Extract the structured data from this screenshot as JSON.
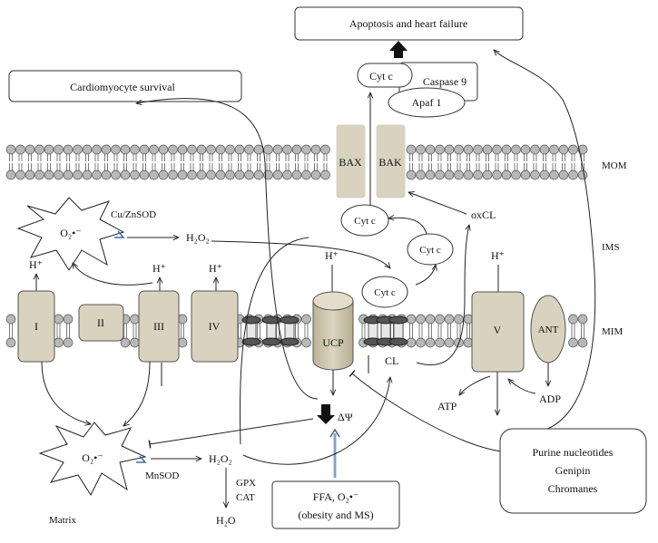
{
  "boxes": {
    "apoptosis": "Apoptosis and heart failure",
    "survival": "Cardiomyocyte survival",
    "inhibitors": [
      "Purine nucleotides",
      "Genipin",
      "Chromanes"
    ],
    "ffa_line1": "FFA, O₂•⁻",
    "ffa_line2": "(obesity and MS)"
  },
  "membrane_labels": {
    "outer": "MOM",
    "space": "IMS",
    "inner": "MIM"
  },
  "complexes": {
    "c1": "I",
    "c2": "II",
    "c3": "III",
    "c4": "IV",
    "ucp": "UCP",
    "c5": "V",
    "ant": "ANT",
    "bax": "BAX",
    "bak": "BAK"
  },
  "apoptosome": {
    "cytc": "Cyt c",
    "casp": "Caspase 9",
    "apaf": "Apaf 1"
  },
  "cytc": [
    "Cyt c",
    "Cyt c",
    "Cyt c"
  ],
  "labels": {
    "cuznsod": "Cu/ZnSOD",
    "mnsod": "MnSOD",
    "superoxide": "O₂•⁻",
    "h2o2": "H₂O₂",
    "h2o": "H₂O",
    "gpx": "GPX",
    "cat": "CAT",
    "hplus": "H⁺",
    "oxcl": "oxCL",
    "cl": "CL",
    "atp": "ATP",
    "adp": "ADP",
    "dpsi": "ΔΨ",
    "matrix": "Matrix"
  }
}
